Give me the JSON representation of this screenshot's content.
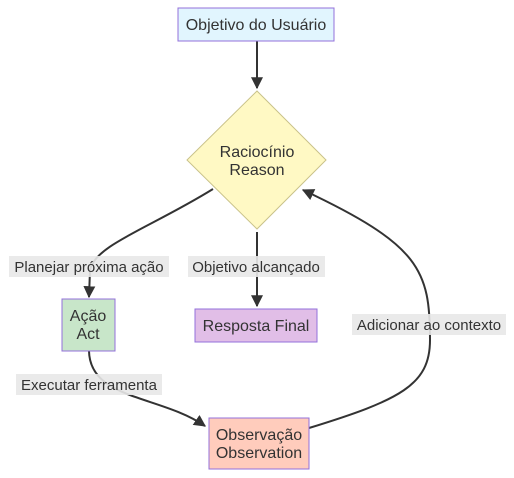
{
  "nodes": {
    "goal": {
      "lines": [
        "Objetivo do Usuário"
      ],
      "fill": "#e1f5fe",
      "stroke": "#9370db"
    },
    "reason": {
      "lines": [
        "Raciocínio",
        "Reason"
      ],
      "fill": "#fff9c4",
      "stroke": "#c9c28a"
    },
    "act": {
      "lines": [
        "Ação",
        "Act"
      ],
      "fill": "#c8e6c9",
      "stroke": "#9370db"
    },
    "final": {
      "lines": [
        "Resposta Final"
      ],
      "fill": "#e1bee7",
      "stroke": "#9370db"
    },
    "observation": {
      "lines": [
        "Observação",
        "Observation"
      ],
      "fill": "#ffccbc",
      "stroke": "#9370db"
    }
  },
  "edges": {
    "plan": "Planejar próxima ação",
    "reached": "Objetivo alcançado",
    "execute": "Executar ferramenta",
    "add_context": "Adicionar ao contexto"
  }
}
